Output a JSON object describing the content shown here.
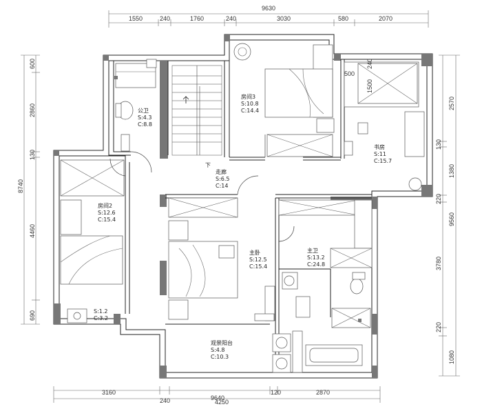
{
  "dimensions": {
    "top_total": "9630",
    "top_segments": [
      "1550",
      "240",
      "1760",
      "240",
      "3030",
      "580",
      "2070"
    ],
    "bottom_total": "9640",
    "bottom_segments": [
      "3160",
      "240",
      "4250",
      "120",
      "2870"
    ],
    "left_total": "8740",
    "left_segments": [
      "600",
      "2860",
      "130",
      "4460",
      "690"
    ],
    "right_total": "9560",
    "right_segments": [
      "2570",
      "130",
      "1380",
      "220",
      "3780",
      "220",
      "1080"
    ],
    "study_inner_w": "500",
    "study_inner_h1": "240",
    "study_inner_h2": "1500"
  },
  "rooms": [
    {
      "key": "public_bath",
      "name": "公卫",
      "area": "S:4.3",
      "perimeter": "C:8.8"
    },
    {
      "key": "room3",
      "name": "房间3",
      "area": "S:10.8",
      "perimeter": "C:14.4"
    },
    {
      "key": "study",
      "name": "书房",
      "area": "S:11",
      "perimeter": "C:15.7"
    },
    {
      "key": "corridor",
      "name": "走廊",
      "area": "S:6.5",
      "perimeter": "C:14"
    },
    {
      "key": "room2",
      "name": "房间2",
      "area": "S:12.6",
      "perimeter": "C:15.4"
    },
    {
      "key": "master_bedroom",
      "name": "主卧",
      "area": "S:12.5",
      "perimeter": "C:15.4"
    },
    {
      "key": "master_bath",
      "name": "主卫",
      "area": "S:13.2",
      "perimeter": "C:24.8"
    },
    {
      "key": "small_balcony",
      "name": "",
      "area": "S:1.2",
      "perimeter": "C:3.2"
    },
    {
      "key": "view_balcony",
      "name": "观景阳台",
      "area": "S:4.8",
      "perimeter": "C:10.3"
    }
  ],
  "stair_label": "下"
}
